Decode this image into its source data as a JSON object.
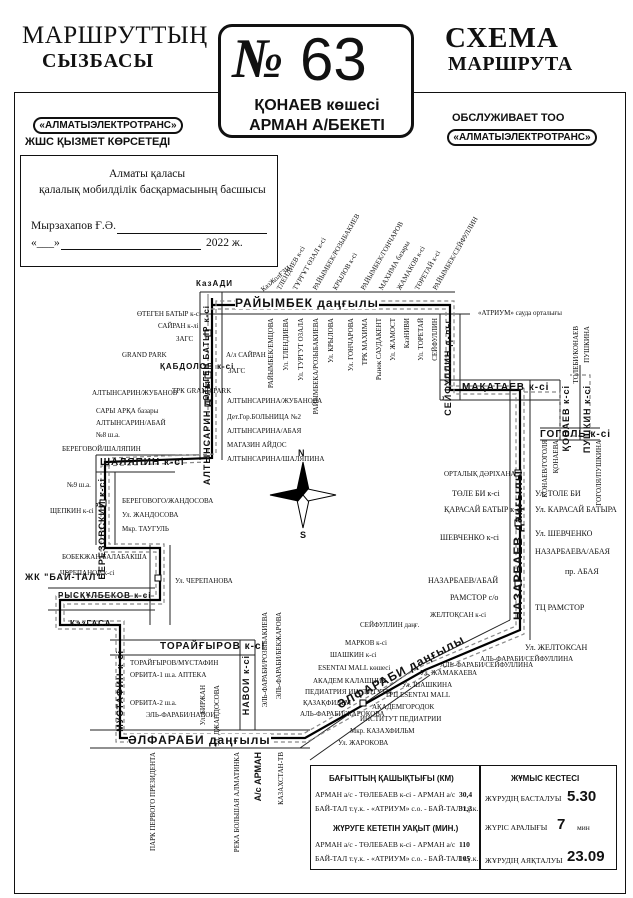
{
  "header": {
    "left_title_1": "МАРШРУТТЫҢ",
    "left_title_2": "СЫЗБАСЫ",
    "right_title_1": "СХЕМА",
    "right_title_2": "МАРШРУТА",
    "route_prefix": "№",
    "route_number": "63",
    "route_endpoint_1": "ҚОНАЕВ көшесі",
    "route_endpoint_2": "АРМАН А/БЕКЕТІ",
    "operator_kz_org": "«АЛМАТЫЭЛЕКТРОТРАНС»",
    "operator_kz_label": "ЖШС ҚЫЗМЕТ КӨРСЕТЕДІ",
    "operator_ru_label": "ОБСЛУЖИВАЕТ ТОО",
    "operator_ru_org": "«АЛМАТЫЭЛЕКТРОТРАНС»"
  },
  "approval": {
    "line1": "Алматы қаласы",
    "line2": "қалалық мобилділік басқармасының басшысы",
    "signer": "Мырзахапов Ғ.Ә.",
    "date_prefix": "«___»",
    "date_suffix": "2022 ж."
  },
  "map": {
    "compass": {
      "n": "N",
      "s": "S"
    },
    "streets": {
      "raiymbek": "РАЙЫМБЕК даңғылы",
      "alfarabi_bottom": "ӘЛФАРАБИ даңғылы",
      "alfarabi_diag": "ӘЛФАРАБИ даңғылы",
      "nazarbayev": "НАЗАРБАЕВ даңғылы",
      "makatayev": "МАҚАТАЕВ к-сі",
      "gogol": "ГОГОЛЬ к-сі",
      "konayev": "ҚОНАЕВ к-сі",
      "pushkin": "ПУШКИН к-сі",
      "seifullin": "СЕЙФУЛЛИН д-лы",
      "shalyapin": "ШАЛЯПИН к-сі",
      "berezovsky": "БЕРЕЗОВСКИЙ к-сі",
      "toraigyrov": "ТОРАЙҒЫРОВ к-сі",
      "navoi": "НАВОИ к-сі",
      "mustafin": "МУСТАФИН к-сі",
      "altynsarin": "АЛТЫНСАРИН д-лы",
      "otegen": "ӨТЕГЕН БАТЫР к-сі",
      "kabdolov": "ҚАБДОЛОВ к-сі",
      "kazgasa": "КазГАСА",
      "ryskulbekov": "РЫСҚҰЛБЕКОВ к-сі",
      "zhk_baital": "ЖК \"БАЙ-ТАЛ\"",
      "kazadi": "КазАДИ"
    },
    "stops_left": [
      "ӨТЕГЕН БАТЫР к-сі",
      "САЙРАН к-лі",
      "ЗАГС",
      "GRAND PARK",
      "АЛТЫНСАРИН/ЖУБАНОВ",
      "САРЫ АРҚА базары",
      "АЛТЫНСАРИН/АБАЙ",
      "№8 ш.а.",
      "БЕРЕГОВОЙ/ШАЛЯПИН",
      "№9 ш.а.",
      "ЩЕПКИН к-сі",
      "БОБЕКЖАН/БАЛАБАКША",
      "ЧЕРЕПАНОВ к-сі"
    ],
    "stops_altynsarin_right": [
      "ТРК GRAND PARK",
      "АЛТЫНСАРИНА/ЖУБАНОВА",
      "Дет.Гор.БОЛЬНИЦА №2",
      "АЛТЫНСАРИНА/АБАЯ",
      "МАГАЗИН АЙДОС",
      "АЛТЫНСАРИНА/ШАЛЯПИНА",
      "БЕРЕГОВОГО/ЖАНДОСОВА",
      "Ул. ЖАНДОСОВА",
      "Мкр. ТАУГУЛЬ",
      "Ул. ЧЕРЕПАНОВА",
      "ЗАГС",
      "А/л САЙРАН"
    ],
    "raiymbek_verticals": [
      "РАЙЫМБЕК/ЕМЦОВА",
      "Ул. ТЛЕНДИЕВА",
      "Ул. ТУРГУТ ОЗАЛА",
      "РАЙЫМБЕКА/РОЗЫБАКИЕВА",
      "Ул. КРЫЛОВА",
      "Ул. ГОНЧАРОВА",
      "ТРК МАХИМА",
      "Рынок САУДАКЕНТ",
      "Ул. ЖАМОСТ",
      "КазНИВИ",
      "Ул. ТОРЕТАЙ",
      "СЕЙФУЛЛИН"
    ],
    "raiymbek_diagonals": [
      "КазЖолҒЗИ",
      "ТЛЕНДИЕВ к-сі",
      "ТҰРҒҰТ ӨЗАЛ к-сі",
      "РАЙЫМБЕК/РОЗЫБАКИЕВ",
      "КРЫЛОВ к-сі",
      "РАЙЫМБЕК/ГОНЧАРОВ",
      "МАХИМА базары",
      "ЖАМАКОВ к-сі",
      "ТӨРЕТАЙ к-сі",
      "РАЙЫМБЕК/СЕЙФУЛЛИН"
    ],
    "right_stops": [
      "«АТРИУМ» сауда орталығы",
      "ОРТАЛЫҚ ДӘРІХАНА",
      "ТӨЛЕ БИ к-сі",
      "ҚАРАСАЙ БАТЫР к-сі",
      "ШЕВЧЕНКО к-сі",
      "НАЗАРБАЕВ/АБАЙ",
      "РАМСТОР с/о",
      "ЖЕЛТОҚСАН к-сі",
      "СЕЙФУЛЛИН даңғ."
    ],
    "right_stops_ru": [
      "Ул. ТОЛЕ БИ",
      "Ул. КАРАСАЙ БАТЫРА",
      "Ул. ШЕВЧЕНКО",
      "НАЗАРБАЕВА/АБАЯ",
      "пр. АБАЯ",
      "ТЦ РАМСТОР",
      "Ул. ЖЕЛТОКСАН",
      "АЛЬ-ФАРАБИ/СЕЙФУЛЛИНА"
    ],
    "alfarabi_stops": [
      "МАРКОВ к-сі",
      "ШАШКИН к-сі",
      "ESENTAI MALL көшесі",
      "АКАДЕМ КАЛАШНИК",
      "ПЕДИАТРИЯ ИНСТИТУТЫ",
      "ҚАЗАҚФИЛЬМ",
      "АЛЬ-ФАРАБИ/ЖАРОКОВА",
      "АЛЬ-ФАРАБИ/СЕЙФУЛЛИНА",
      "Ул. ЖАМАКАЕВА",
      "Ул. ШАШКИНА",
      "ТРЦ ESENTAI MALL",
      "АКАДЕМГОРОДОК",
      "ИНСТИТУТ ПЕДИАТРИИ",
      "Мкр. КАЗАХФИЛЬМ",
      "Ул. ЖАРОКОВА"
    ],
    "bottom_verticals": [
      "ЭЛЬ-ФАРАБИ/РОЗЫБАКИЕВА",
      "ЭЛЬ-ФАРАБИ/БЕКЖАРОВА",
      "ПАРК ПЕРВОГО ПРЕЗИДЕНТА",
      "РЕКА БОЛЬШАЯ АЛМАТИНКА",
      "А/с АРМАН",
      "КАЗАХСТАН-ТВ"
    ],
    "toraigyrov_stops": [
      "ТОРАЙҒЫРОВ/МҰСТАФИН",
      "ОРБИТА-1 ш.а.",
      "АПТЕКА",
      "ОРБИТА-2 ш.а.",
      "Ул. БИРЖАН",
      "Ул. ДЖАНДОСОВА",
      "ЭЛЬ-ФАРАБИ/НАВОИ"
    ],
    "pushkin_stops": [
      "КОНАЕВ/ГОГОЛЯ",
      "ТОЛЕБИ/КОНАЕВ",
      "ГОГОЛЯ/ПУШКИНА",
      "ҚОНАЕВА",
      "ПУШКИНА"
    ]
  },
  "distances": {
    "title": "БАҒЫТТЫҢ ҚАШЫҚТЫҒЫ (КМ)",
    "row1_label": "АРМАН а/с - ТӨЛЕБАЕВ к-сі - АРМАН а/с",
    "row1_value": "30,4",
    "row2_label": "БАЙ-ТАЛ т.ү.к. - «АТРИУМ» с.о. - БАЙ-ТАЛ т.ү.к.",
    "row2_value": "31,3",
    "title2": "ЖҮРУГЕ КЕТЕТІН УАҚЫТ (МИН.)",
    "row3_label": "АРМАН а/с - ТӨЛЕБАЕВ к-сі - АРМАН а/с",
    "row3_value": "110",
    "row4_label": "БАЙ-ТАЛ т.ү.к. - «АТРИУМ» с.о. - БАЙ-ТАЛ т.ү.к.",
    "row4_value": "105"
  },
  "schedule": {
    "title": "ЖҰМЫС КЕСТЕСІ",
    "start_label": "ЖҰРУДІҢ БАСТАЛУЫ",
    "start_value": "5.30",
    "interval_label": "ЖҮРІС АРАЛЫҒЫ",
    "interval_value": "7",
    "interval_unit": "мин",
    "end_label": "ЖҰРУДІҢ АЯҚТАЛУЫ",
    "end_value": "23.09"
  }
}
